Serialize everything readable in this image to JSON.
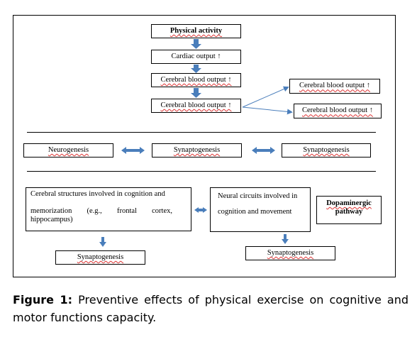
{
  "diagram": {
    "top_flow": {
      "physical_activity": "Physical activity",
      "cardiac_output": "Cardiac output ↑",
      "cerebral_blood_output_1": "Cerebral blood output ↑",
      "cerebral_blood_output_2": "Cerebral blood output ↑",
      "branch_upper": "Cerebral blood output ↑",
      "branch_lower": "Cerebral blood output ↑"
    },
    "middle_row": {
      "neurogenesis": "Neurogenesis",
      "synaptogenesis_center": "Synaptogenesis",
      "synaptogenesis_right": "Synaptogenesis"
    },
    "bottom_section": {
      "cerebral_structures_line1": "Cerebral structures involved in cognition and",
      "cerebral_structures_line2": "memorization (e.g., frontal cortex, hippocampus)",
      "neural_circuits_line1": "Neural circuits involved in",
      "neural_circuits_line2": "cognition and movement",
      "dopaminergic_line1": "Dopaminergic",
      "dopaminergic_line2": "pathway",
      "synaptogenesis_left": "Synaptogenesis",
      "synaptogenesis_bottom_right": "Synaptogenesis"
    },
    "colors": {
      "arrow_blue": "#4a7ebb",
      "border": "#000000",
      "spellcheck_red": "#d33333"
    }
  },
  "caption": {
    "label": "Figure 1:",
    "text": " Preventive effects of physical exercise on cognitive and motor functions capacity."
  }
}
